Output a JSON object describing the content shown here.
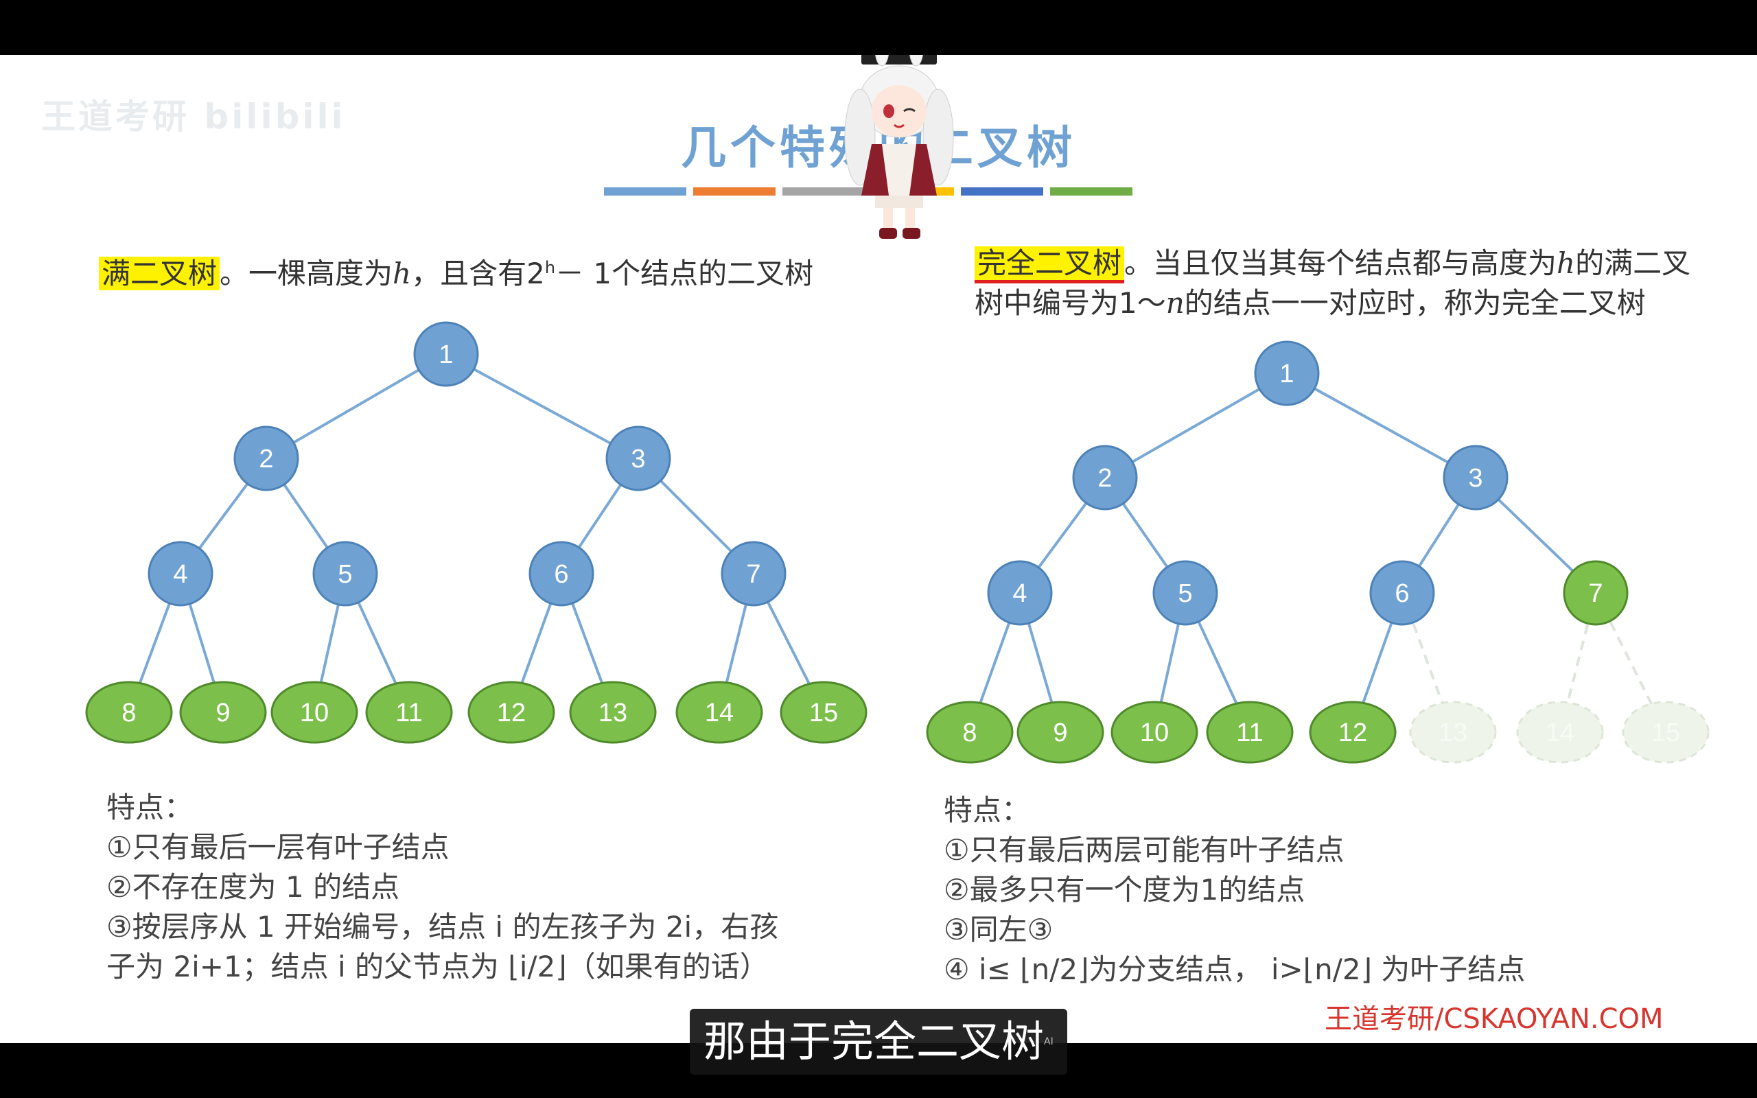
{
  "watermark": "王道考研 bilibili",
  "title": "几个特殊的二叉树",
  "stripe_colors": [
    "#6fa2d3",
    "#ed7d31",
    "#a5a5a5",
    "#ffc000",
    "#4472c4",
    "#70ad47"
  ],
  "full_tree": {
    "term": "满二叉树",
    "def_a": "。一棵高度为",
    "var_h": "h",
    "def_b": "，且含有2",
    "def_sup": "h",
    "def_c": "－ 1个结点的二叉树",
    "features_heading": "特点：",
    "features": [
      "①只有最后一层有叶子结点",
      "②不存在度为 1 的结点",
      "③按层序从 1 开始编号，结点 i 的左孩子为 2i，右孩",
      "子为 2i+1；结点 i 的父节点为 ⌊i/2⌋（如果有的话）"
    ]
  },
  "complete_tree": {
    "term": "完全二叉树",
    "def_a": "。当且仅当其每个结点都与高度为",
    "var_h": "h",
    "def_b": "的满二叉树中编号为1～",
    "var_n": "n",
    "def_c": "的结点一一对应时，称为完全二叉树",
    "features_heading": "特点：",
    "features": [
      "①只有最后两层可能有叶子结点",
      "②最多只有一个度为1的结点",
      "③同左③",
      "④ i≤ ⌊n/2⌋为分支结点， i>⌊n/2⌋ 为叶子结点"
    ]
  },
  "colors": {
    "blue_node": "#6fa2d3",
    "blue_stroke": "#4d82b8",
    "green_node": "#7cc04b",
    "green_stroke": "#4f8a2b",
    "ghost_node": "#eef4ea",
    "edge": "#7aa9d6"
  },
  "brand": "王道考研/CSKAOYAN.COM",
  "subtitle": "那由于完全二叉树",
  "ai_badge": "AI"
}
